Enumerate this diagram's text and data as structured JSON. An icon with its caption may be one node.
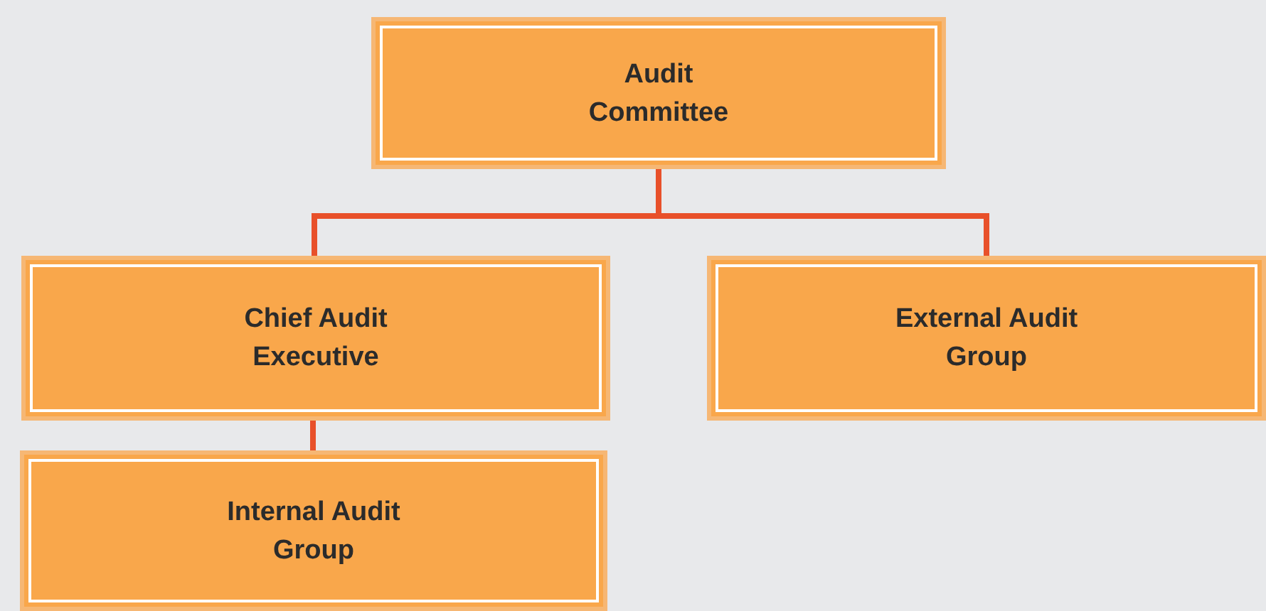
{
  "diagram": {
    "nodes": [
      {
        "text": [
          "Audit Committee"
        ]
      },
      {
        "text": [
          "Chief Audit Executive"
        ]
      },
      {
        "text": [
          "External Audit Group"
        ]
      },
      {
        "text": [
          "Internal Audit Group"
        ]
      }
    ],
    "edges": [
      {
        "from": 0,
        "to": 1,
        "arrow": "none"
      },
      {
        "from": 0,
        "to": 2,
        "arrow": "none"
      },
      {
        "from": 1,
        "to": 3,
        "arrow": "none"
      }
    ]
  }
}
